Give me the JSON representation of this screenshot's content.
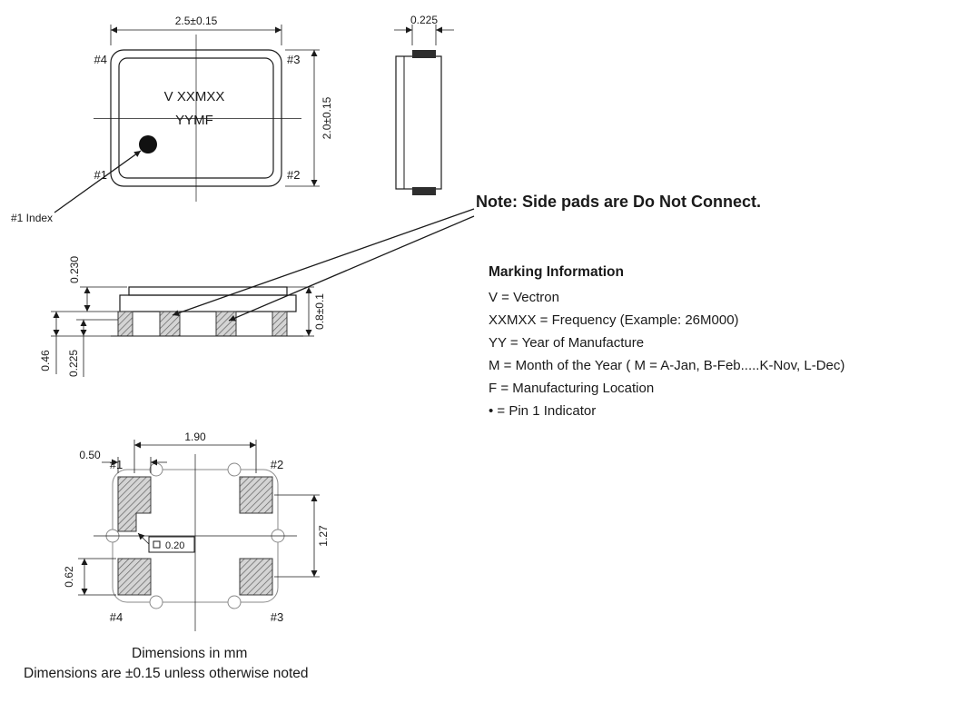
{
  "note": "Note: Side pads are Do Not Connect.",
  "marking_info": {
    "title": "Marking Information",
    "lines": [
      "V = Vectron",
      "XXMXX = Frequency (Example: 26M000)",
      "YY = Year of Manufacture",
      "M = Month of the Year ( M = A-Jan, B-Feb.....K-Nov, L-Dec)",
      "F = Manufacturing Location",
      "• = Pin 1 Indicator"
    ]
  },
  "footer": {
    "line1": "Dimensions in mm",
    "line2": "Dimensions are ±0.15 unless otherwise noted"
  },
  "top_view": {
    "dim_width": "2.5±0.15",
    "dim_height": "2.0±0.15",
    "pin1": "#1",
    "pin2": "#2",
    "pin3": "#3",
    "pin4": "#4",
    "marking_line1": "V XXMXX",
    "marking_line2": "YYMF",
    "index_label": "#1 Index"
  },
  "side_view": {
    "dim_pad": "0.225"
  },
  "front_view": {
    "dim_lid": "0.230",
    "dim_pad_len": "0.46",
    "dim_pad_thk": "0.225",
    "dim_height": "0.8±0.1"
  },
  "bottom_view": {
    "dim_pitch_x": "1.90",
    "dim_pad_w": "0.50",
    "dim_pitch_y": "1.27",
    "dim_pad_h": "0.62",
    "dim_notch": "0.20",
    "pin1": "#1",
    "pin2": "#2",
    "pin3": "#3",
    "pin4": "#4"
  },
  "colors": {
    "line": "#1a1a1a",
    "outline_gray": "#8a8a8a",
    "hatch_fill": "#d4d4d4",
    "hatch_line": "#606060"
  }
}
